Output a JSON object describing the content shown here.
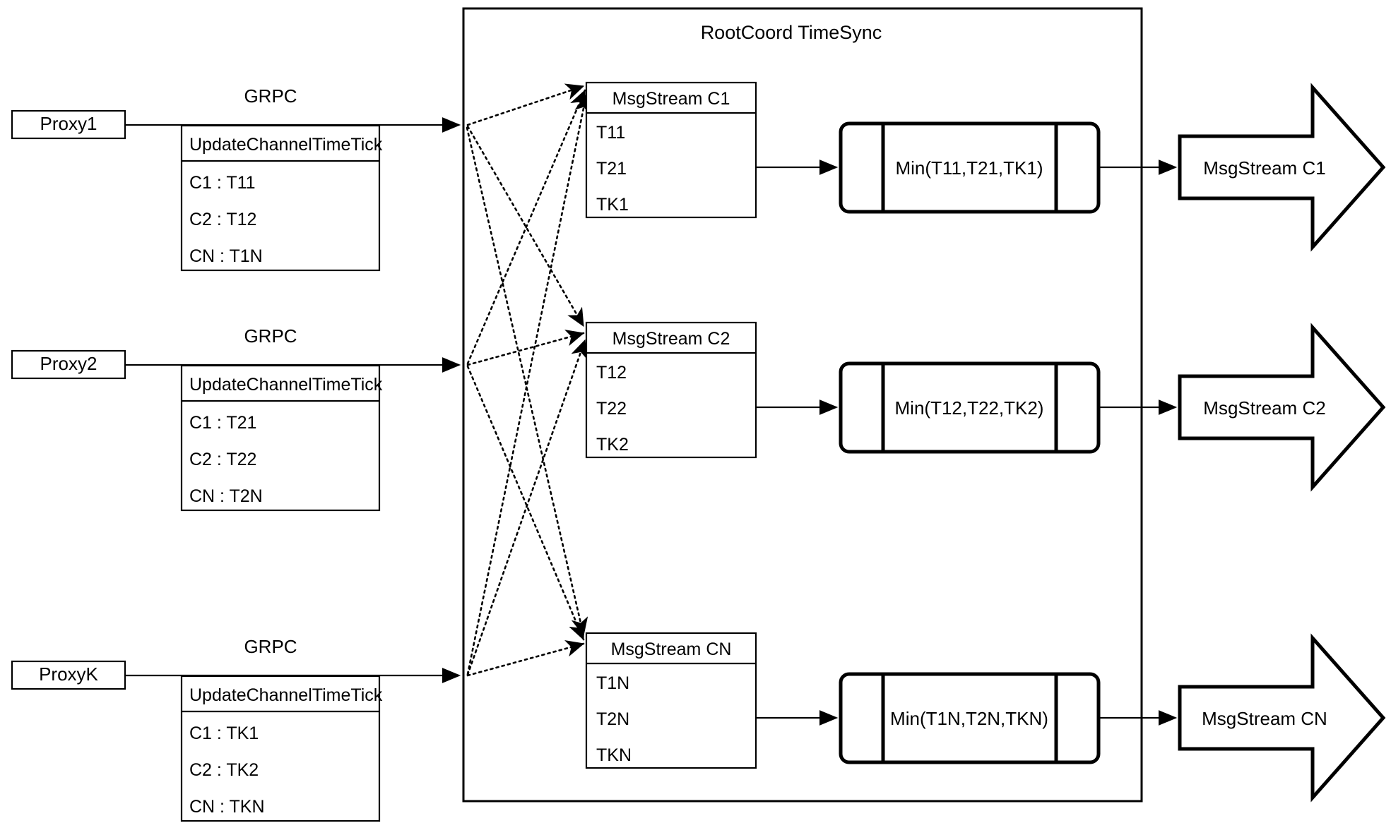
{
  "diagram": {
    "type": "flow-architecture",
    "container": {
      "title": "RootCoord TimeSync"
    },
    "proxies": [
      {
        "name": "Proxy1",
        "link_label": "GRPC",
        "message": {
          "title": "UpdateChannelTimeTick",
          "rows": [
            "C1 :  T11",
            "C2 :  T12",
            "CN : T1N"
          ]
        }
      },
      {
        "name": "Proxy2",
        "link_label": "GRPC",
        "message": {
          "title": "UpdateChannelTimeTick",
          "rows": [
            "C1 :  T21",
            "C2 :  T22",
            "CN : T2N"
          ]
        }
      },
      {
        "name": "ProxyK",
        "link_label": "GRPC",
        "message": {
          "title": "UpdateChannelTimeTick",
          "rows": [
            "C1 :  TK1",
            "C2 :  TK2",
            "CN : TKN"
          ]
        }
      }
    ],
    "channels": [
      {
        "stream": {
          "title": "MsgStream C1",
          "rows": [
            "T11",
            "T21",
            "TK1"
          ]
        },
        "process": {
          "label": "Min(T11,T21,TK1)"
        },
        "output": {
          "label": "MsgStream C1"
        }
      },
      {
        "stream": {
          "title": "MsgStream C2",
          "rows": [
            "T12",
            "T22",
            "TK2"
          ]
        },
        "process": {
          "label": "Min(T12,T22,TK2)"
        },
        "output": {
          "label": "MsgStream C2"
        }
      },
      {
        "stream": {
          "title": "MsgStream CN",
          "rows": [
            "T1N",
            "T2N",
            "TKN"
          ]
        },
        "process": {
          "label": "Min(T1N,T2N,TKN)"
        },
        "output": {
          "label": "MsgStream CN"
        }
      }
    ],
    "colors": {
      "stroke": "#000000",
      "background": "#ffffff"
    }
  }
}
